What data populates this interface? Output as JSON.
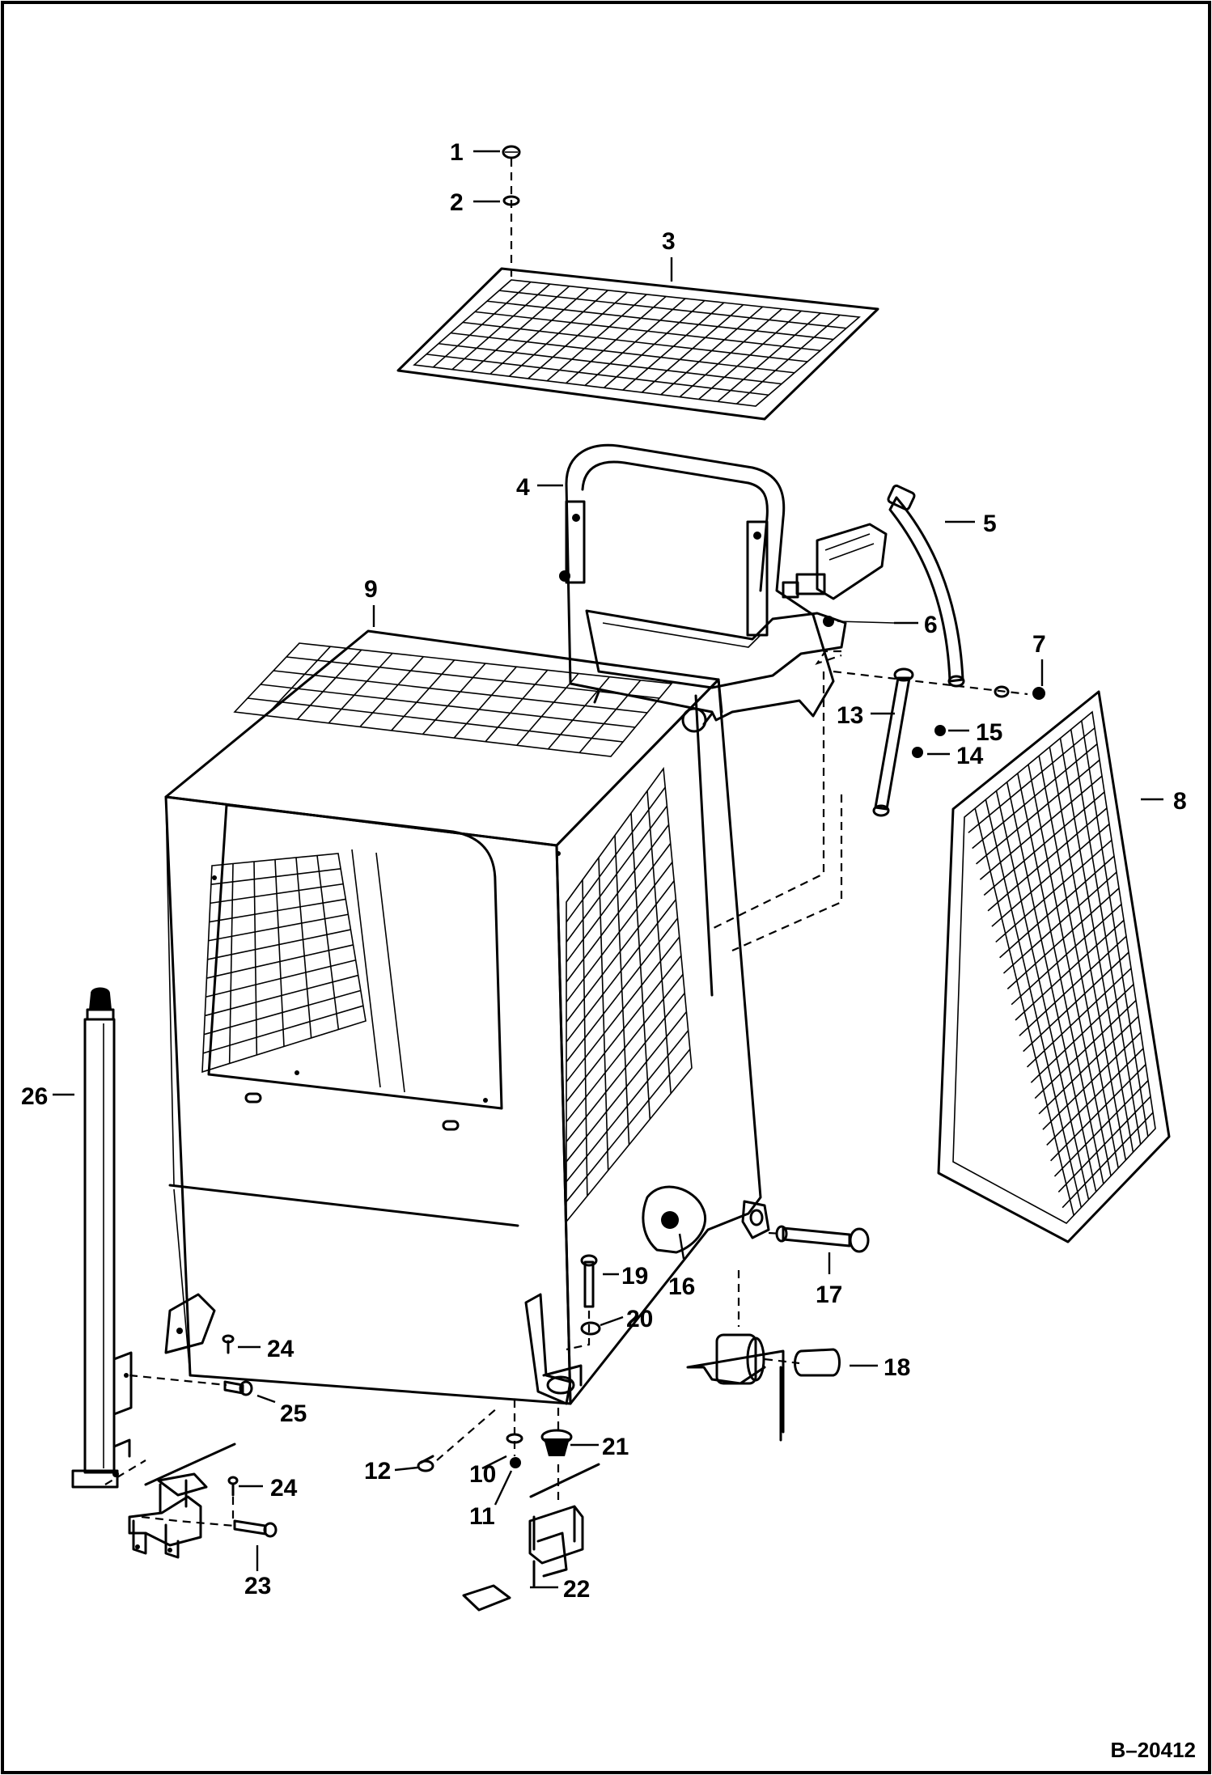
{
  "callouts": {
    "c1": "1",
    "c2": "2",
    "c3": "3",
    "c4": "4",
    "c5": "5",
    "c6": "6",
    "c7": "7",
    "c8": "8",
    "c9": "9",
    "c10": "10",
    "c11": "11",
    "c12": "12",
    "c13": "13",
    "c14": "14",
    "c15": "15",
    "c16": "16",
    "c17": "17",
    "c18": "18",
    "c19": "19",
    "c20": "20",
    "c21": "21",
    "c22": "22",
    "c23": "23",
    "c24a": "24",
    "c24b": "24",
    "c25": "25",
    "c26": "26"
  },
  "document_number": "B–20412",
  "colors": {
    "ink": "#000000",
    "paper": "#ffffff"
  }
}
